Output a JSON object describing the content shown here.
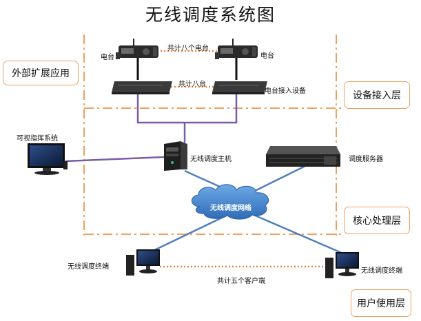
{
  "title": "无线调度系统图",
  "layers": {
    "external": "外部扩展应用",
    "access": "设备接入层",
    "core": "核心处理层",
    "user": "用户使用层"
  },
  "devices": {
    "radio_left": "电台",
    "radio_right": "电台",
    "radio_note": "共计八个电台",
    "access_note": "共计八台",
    "access_device": "电台接入设备",
    "visual_command": "可视指挥系统",
    "dispatch_host": "无线调度主机",
    "dispatch_server": "调度服务器",
    "network": "无线调度网络",
    "terminal_left": "无线调度终端",
    "terminal_right": "无线调度终端",
    "client_note": "共计五个客户端"
  },
  "colors": {
    "layer_divider": "#f0a060",
    "link_purple": "#7c5aa8",
    "link_blue": "#4f7fc0",
    "dotted_orange": "#e8823a",
    "cloud_fill": "#3e7ec8"
  }
}
